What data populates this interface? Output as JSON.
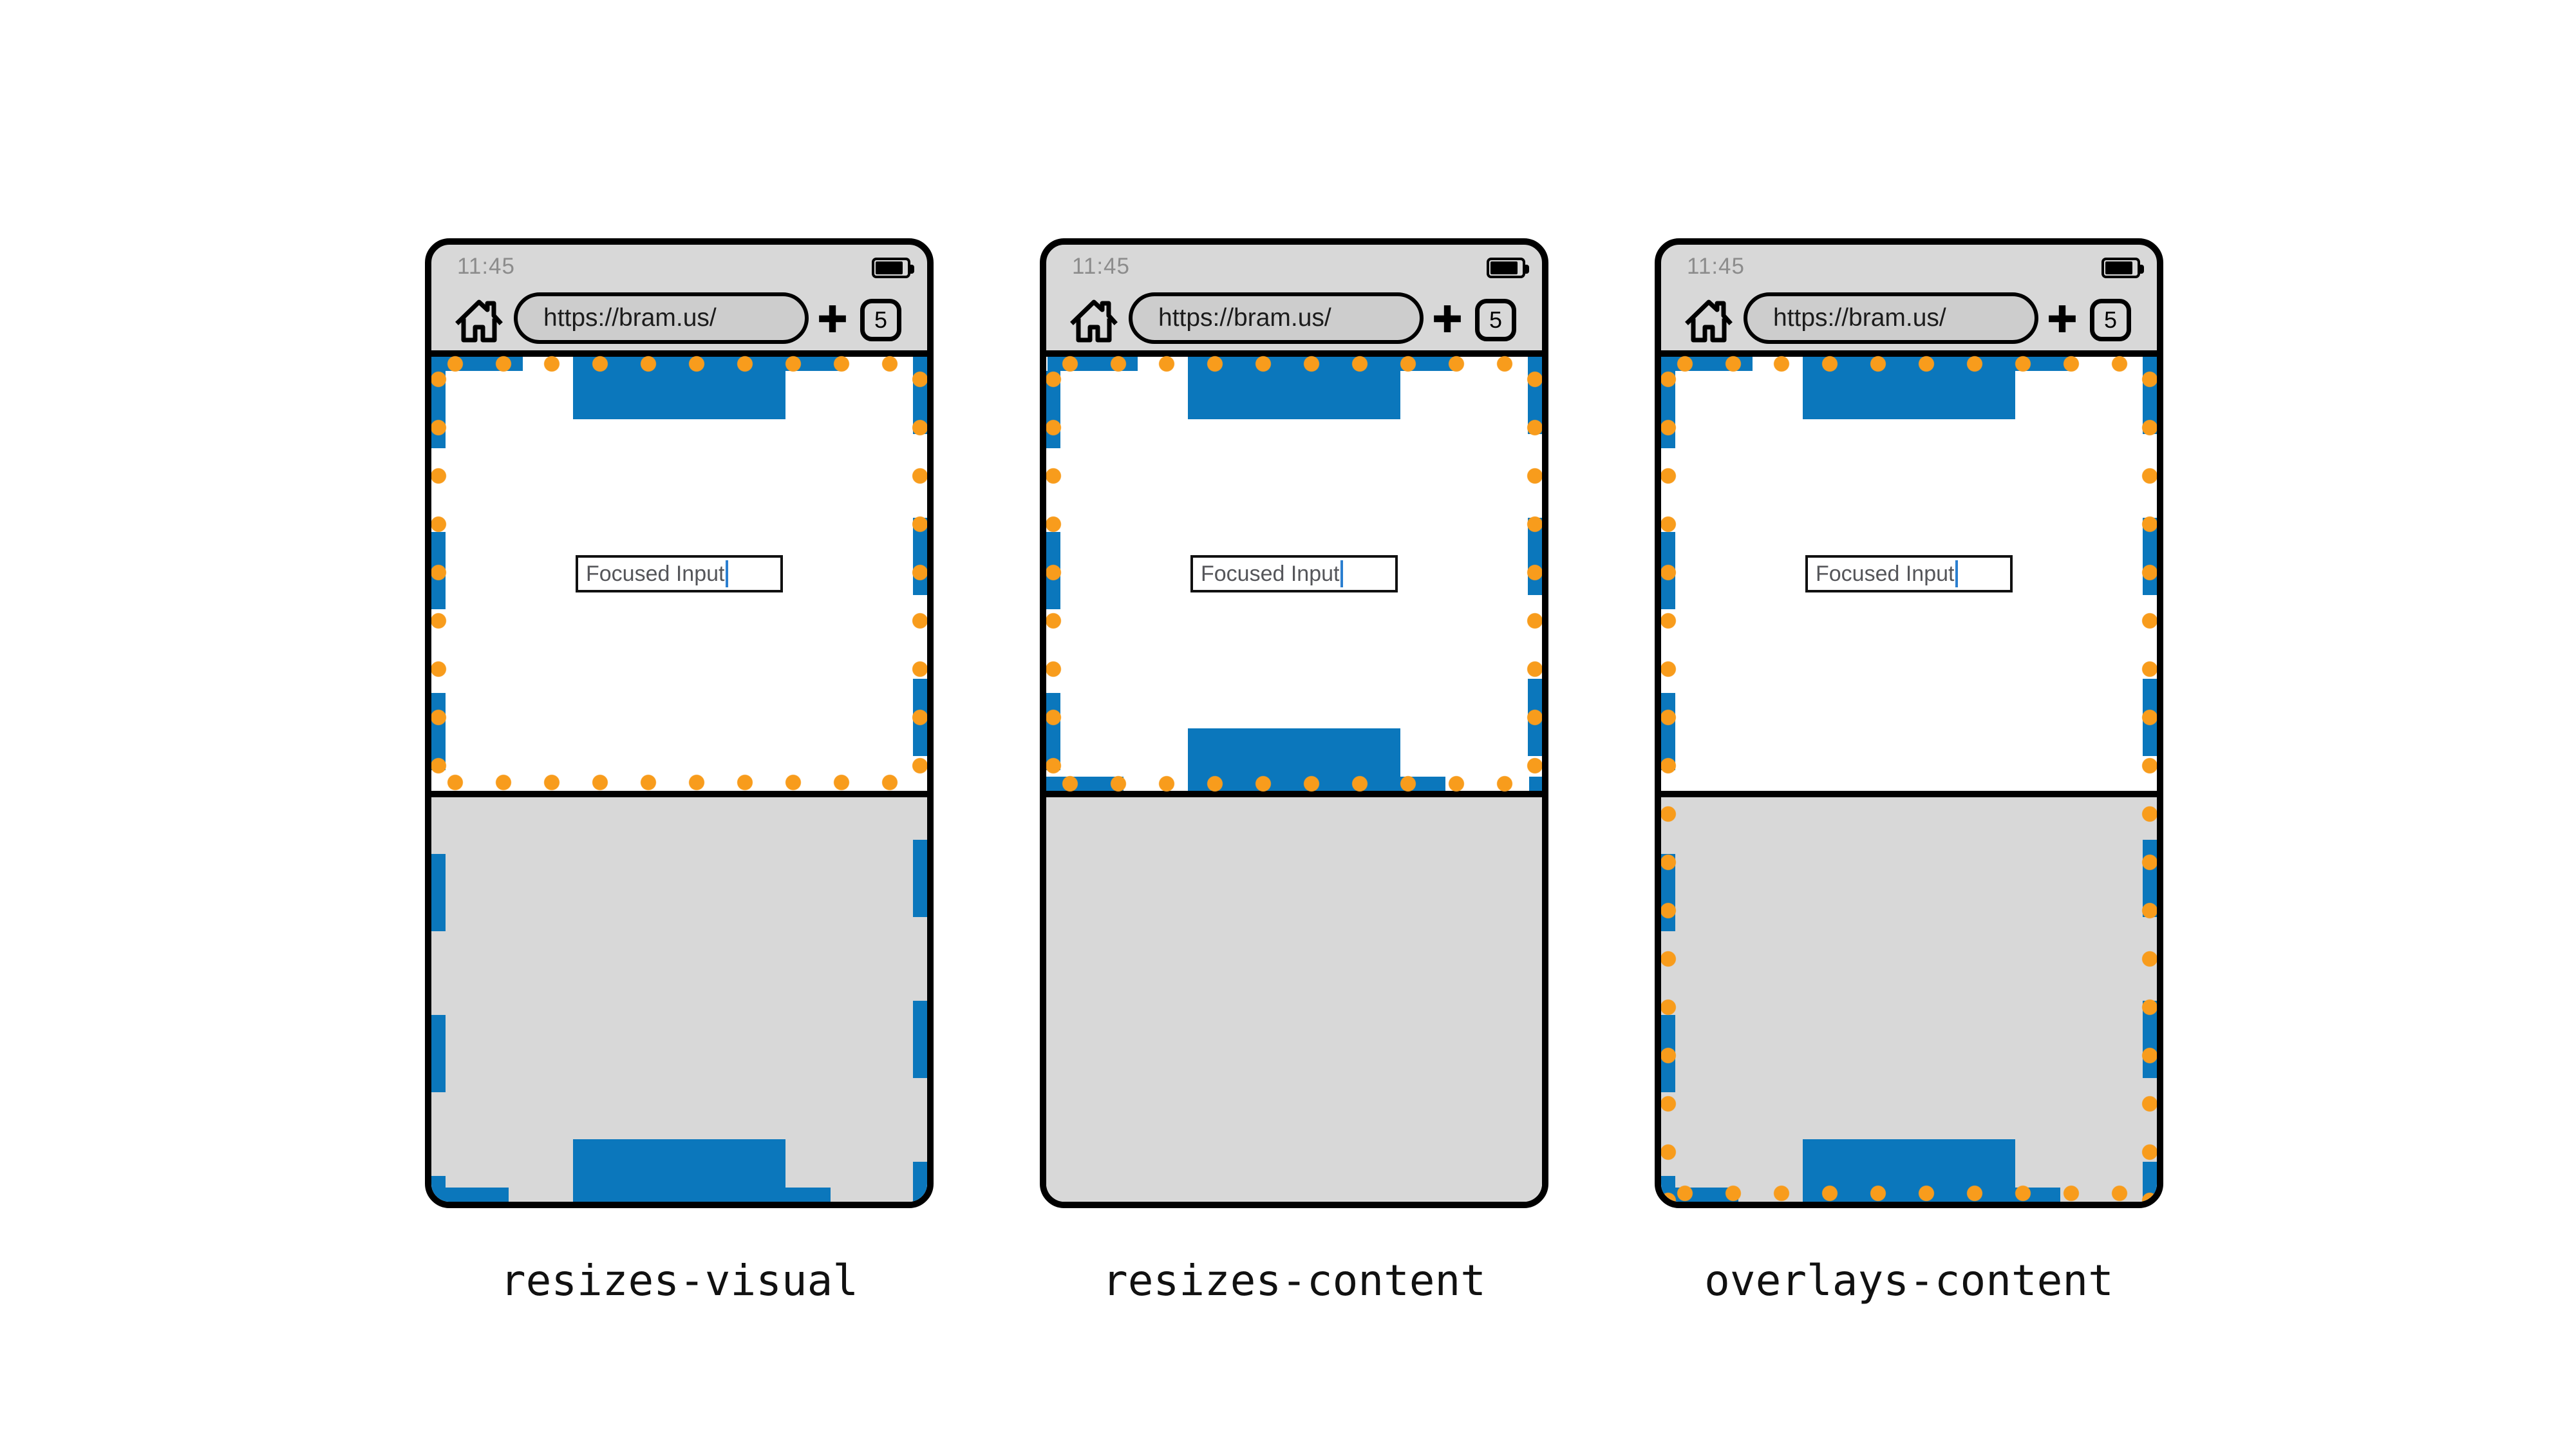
{
  "colors": {
    "blue": "#0b77bc",
    "orange": "#f89c1c",
    "chrome_gray": "#d8d8d8",
    "pill_gray": "#cdcdcd",
    "caret": "#2b7fd0",
    "input_text": "#55565a",
    "time_text": "#8c8c8c"
  },
  "phones": [
    {
      "label": "resizes-visual",
      "status": {
        "time": "11:45",
        "battery_icon": "battery-full-icon"
      },
      "toolbar": {
        "home_icon": "home-icon",
        "url": "https://bram.us/",
        "plus_icon": "plus-icon",
        "tab_count": "5"
      },
      "content": {
        "input_value": "Focused Input"
      }
    },
    {
      "label": "resizes-content",
      "status": {
        "time": "11:45",
        "battery_icon": "battery-full-icon"
      },
      "toolbar": {
        "home_icon": "home-icon",
        "url": "https://bram.us/",
        "plus_icon": "plus-icon",
        "tab_count": "5"
      },
      "content": {
        "input_value": "Focused Input"
      }
    },
    {
      "label": "overlays-content",
      "status": {
        "time": "11:45",
        "battery_icon": "battery-full-icon"
      },
      "toolbar": {
        "home_icon": "home-icon",
        "url": "https://bram.us/",
        "plus_icon": "plus-icon",
        "tab_count": "5"
      },
      "content": {
        "input_value": "Focused Input"
      }
    }
  ]
}
